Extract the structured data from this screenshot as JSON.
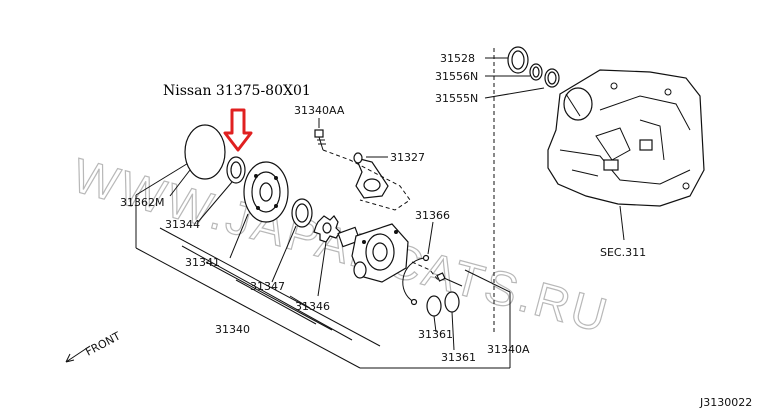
{
  "header": {
    "note": "Nissan 31375-80X01"
  },
  "colors": {
    "arrow": "#e02020",
    "line": "#111111",
    "watermark": "#b8b8b8"
  },
  "watermark": "WWW.JAPANCATS.RU",
  "labels": {
    "p31528": "31528",
    "p31556n": "31556N",
    "p31555n": "31555N",
    "p31340aa": "31340AA",
    "p31327": "31327",
    "p31362m": "31362M",
    "p31344": "31344",
    "p31341": "31341",
    "p31366": "31366",
    "sec311": "SEC.311",
    "p31347": "31347",
    "p31346": "31346",
    "p31340": "31340",
    "p31361a": "31361",
    "p31361b": "31361",
    "p31340a": "31340A",
    "front": "FRONT",
    "diagram_code": "J3130022"
  }
}
